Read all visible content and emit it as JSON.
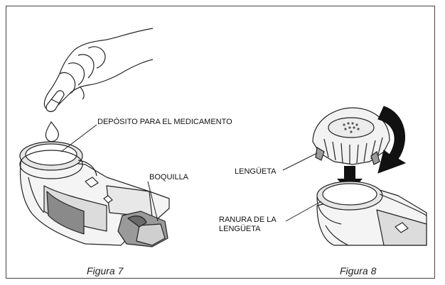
{
  "figure7": {
    "caption": "Figura 7",
    "label_reservoir": "DEPÓSITO PARA EL MEDICAMENTO",
    "label_mouthpiece": "BOQUILLA"
  },
  "figure8": {
    "caption": "Figura 8",
    "label_tab": "LENGÜETA",
    "label_slot_line1": "RANURA DE LA",
    "label_slot_line2": "LENGÜETA"
  }
}
